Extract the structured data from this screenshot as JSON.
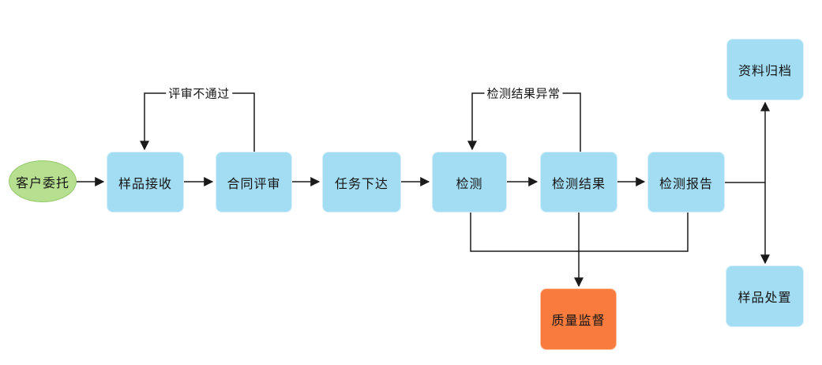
{
  "diagram": {
    "type": "flowchart",
    "nodes": [
      {
        "id": "customer-entrust",
        "label": "客户委托",
        "shape": "ellipse",
        "fill": "#b6df8f"
      },
      {
        "id": "sample-receive",
        "label": "样品接收",
        "shape": "rect",
        "fill": "#a3ddf3"
      },
      {
        "id": "contract-review",
        "label": "合同评审",
        "shape": "rect",
        "fill": "#a3ddf3"
      },
      {
        "id": "task-assign",
        "label": "任务下达",
        "shape": "rect",
        "fill": "#a3ddf3"
      },
      {
        "id": "testing",
        "label": "检测",
        "shape": "rect",
        "fill": "#a3ddf3"
      },
      {
        "id": "test-result",
        "label": "检测结果",
        "shape": "rect",
        "fill": "#a3ddf3"
      },
      {
        "id": "test-report",
        "label": "检测报告",
        "shape": "rect",
        "fill": "#a3ddf3"
      },
      {
        "id": "archive",
        "label": "资料归档",
        "shape": "rect",
        "fill": "#a3ddf3"
      },
      {
        "id": "sample-disposal",
        "label": "样品处置",
        "shape": "rect",
        "fill": "#a3ddf3"
      },
      {
        "id": "quality-supervision",
        "label": "质量监督",
        "shape": "rect",
        "fill": "#f97b3d"
      }
    ],
    "edge_labels": [
      {
        "id": "review-failed",
        "text": "评审不通过"
      },
      {
        "id": "test-result-abnormal",
        "text": "检测结果异常"
      }
    ],
    "colors": {
      "node_blue": "#a3ddf3",
      "node_green": "#b6df8f",
      "node_orange": "#f97b3d",
      "line": "#1a1a1a",
      "background": "#ffffff"
    }
  }
}
